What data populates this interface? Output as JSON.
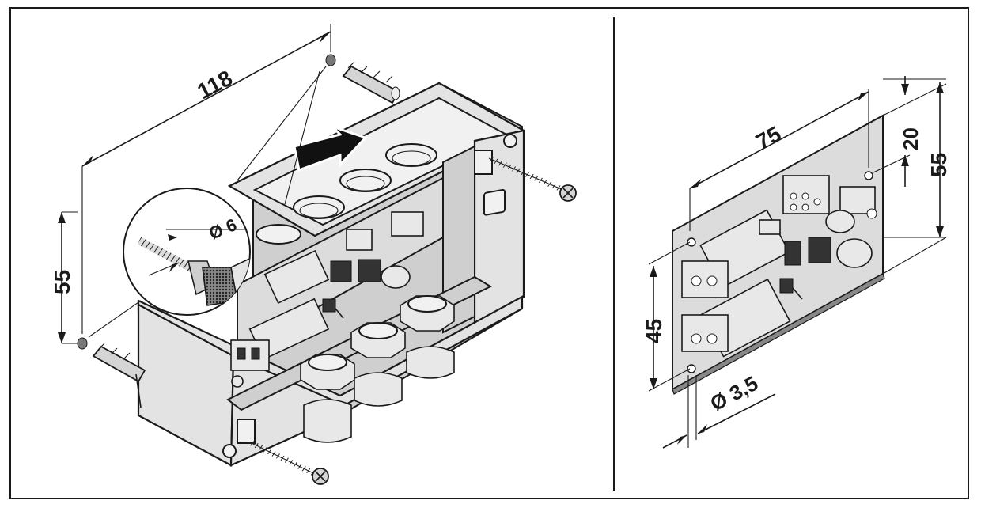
{
  "left_figure": {
    "dimension_width": "118",
    "dimension_height": "55",
    "drill_diameter": "Ø 6"
  },
  "right_figure": {
    "dimension_width": "75",
    "dimension_height": "55",
    "dimension_top_offset": "20",
    "dimension_hole_spacing": "45",
    "hole_diameter": "Ø 3,5"
  }
}
